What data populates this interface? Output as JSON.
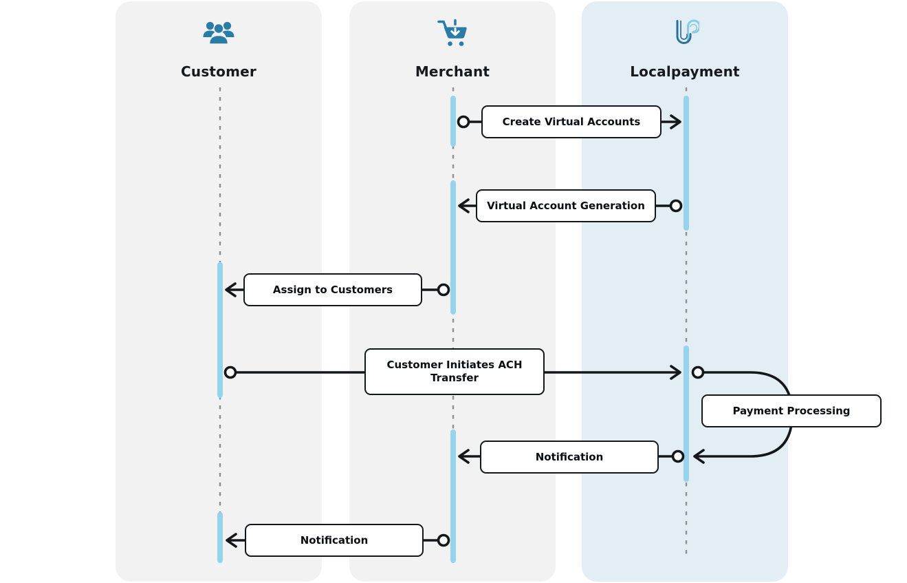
{
  "diagram": {
    "type": "sequence-diagram",
    "lanes": [
      {
        "label": "Customer",
        "icon": "users-group-icon"
      },
      {
        "label": "Merchant",
        "icon": "shopping-cart-download-icon"
      },
      {
        "label": "Localpayment",
        "icon": "localpayment-logo-icon"
      }
    ],
    "messages": [
      {
        "label": "Create Virtual Accounts",
        "from": "Merchant",
        "to": "Localpayment",
        "direction": "right"
      },
      {
        "label": "Virtual Account Generation",
        "from": "Localpayment",
        "to": "Merchant",
        "direction": "left"
      },
      {
        "label": "Assign to Customers",
        "from": "Merchant",
        "to": "Customer",
        "direction": "left"
      },
      {
        "label": "Customer Initiates ACH Transfer",
        "from": "Customer",
        "to": "Localpayment",
        "direction": "right"
      },
      {
        "label": "Payment Processing",
        "from": "Localpayment",
        "to": "Localpayment",
        "direction": "self-loop"
      },
      {
        "label": "Notification",
        "from": "Localpayment",
        "to": "Merchant",
        "direction": "left"
      },
      {
        "label": "Notification",
        "from": "Merchant",
        "to": "Customer",
        "direction": "left"
      }
    ],
    "colors": {
      "lane_gray": "#f2f2f3",
      "lane_blue": "#e3edf4",
      "activation_bar": "#97d3ec",
      "icon_blue": "#2a7ca6",
      "logo_dark": "#2e6e9b",
      "logo_light": "#8bcae4",
      "line_black": "#14171a",
      "lifeline_gray": "#8f8f8f",
      "box_background": "#ffffff"
    }
  }
}
